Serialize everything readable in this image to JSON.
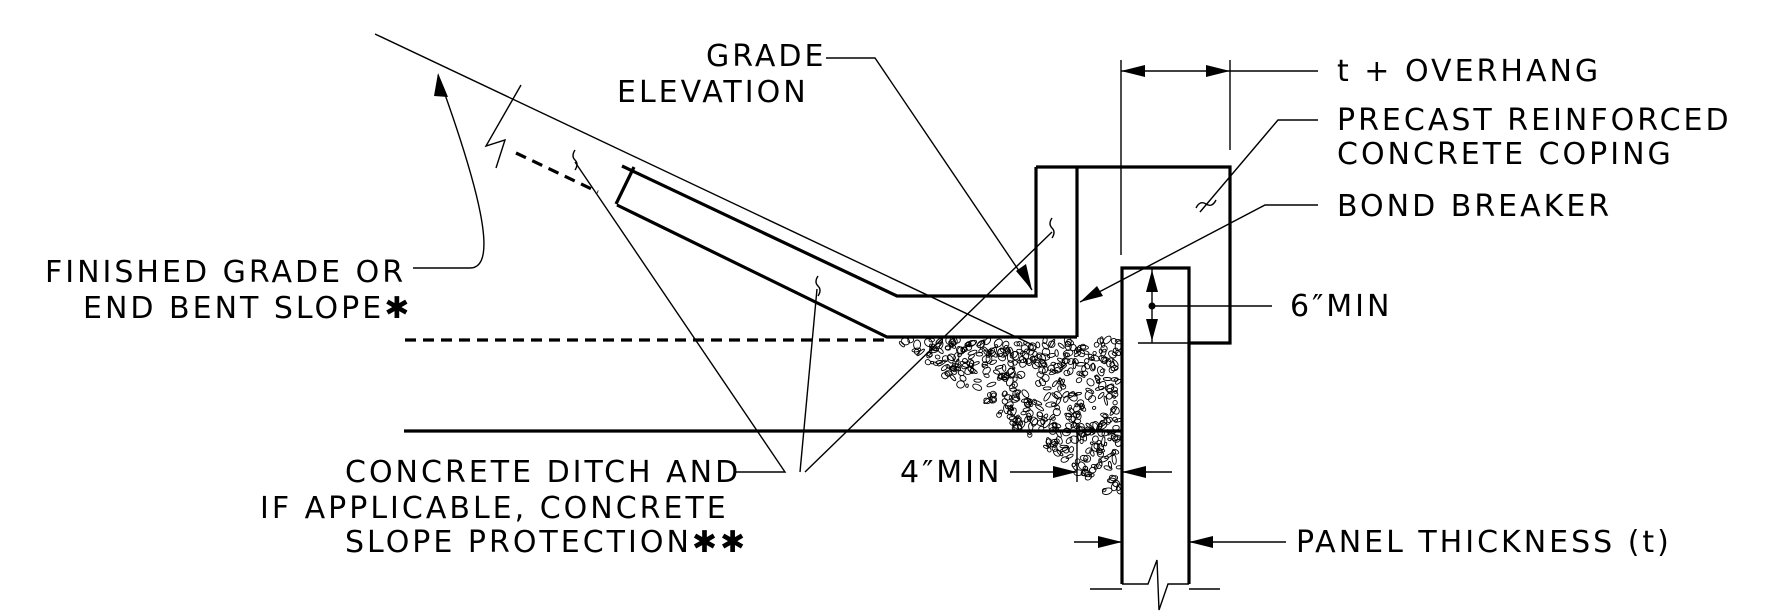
{
  "labels": {
    "grade_line1": "GRADE",
    "grade_line2": "ELEVATION",
    "overhang": "t + OVERHANG",
    "coping_line1": "PRECAST REINFORCED",
    "coping_line2": "CONCRETE COPING",
    "bond_breaker": "BOND BREAKER",
    "six_min": "6″MIN",
    "finished_line1": "FINISHED GRADE OR",
    "finished_line2": "END BENT SLOPE✱",
    "four_min": "4″MIN",
    "ditch_line1": "CONCRETE DITCH AND",
    "ditch_line2": "IF APPLICABLE, CONCRETE",
    "ditch_line3": "SLOPE PROTECTION✱✱",
    "panel": "PANEL THICKNESS (t)"
  }
}
